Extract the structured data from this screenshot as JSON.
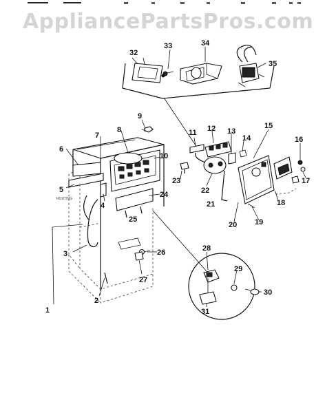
{
  "watermark": "AppliancePartsPros.com",
  "note_text": "ROUTING",
  "labels": {
    "p1": "1",
    "p2": "2",
    "p3": "3",
    "p4": "4",
    "p5": "5",
    "p6": "6",
    "p7": "7",
    "p8": "8",
    "p9": "9",
    "p10": "10",
    "p11": "11",
    "p12": "12",
    "p13": "13",
    "p14": "14",
    "p15": "15",
    "p16": "16",
    "p17": "17",
    "p18": "18",
    "p19": "19",
    "p20": "20",
    "p21": "21",
    "p22": "22",
    "p23": "23",
    "p24": "24",
    "p25": "25",
    "p26": "26",
    "p27": "27",
    "p28": "28",
    "p29": "29",
    "p30": "30",
    "p31": "31",
    "p32": "32",
    "p33": "33",
    "p34": "34",
    "p35": "35"
  }
}
